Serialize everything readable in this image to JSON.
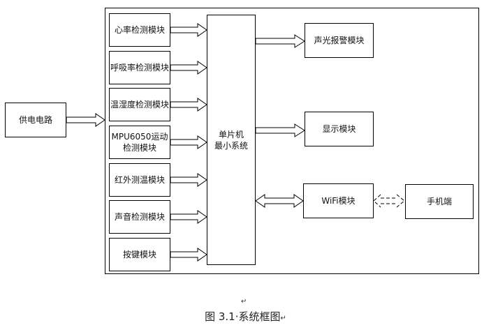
{
  "left": {
    "power": "供电电路"
  },
  "modules": [
    {
      "id": "heart",
      "label": "心率检测模块"
    },
    {
      "id": "resp",
      "label": "呼吸率检测模块"
    },
    {
      "id": "temphum",
      "label": "温湿度检测模块"
    },
    {
      "id": "mpu",
      "label": "MPU6050运动\n检测模块"
    },
    {
      "id": "ir",
      "label": "红外测温模块"
    },
    {
      "id": "sound",
      "label": "声音检测模块"
    },
    {
      "id": "key",
      "label": "按键模块"
    }
  ],
  "mcu": {
    "label": "单片机\n最小系统"
  },
  "outputs": {
    "alarm": "声光报警模块",
    "display": "显示模块",
    "wifi": "WiFi模块",
    "phone": "手机端"
  },
  "caption": {
    "text": "图 3.1·系统框图",
    "return_mark": "↵"
  },
  "return_mark": "↵"
}
